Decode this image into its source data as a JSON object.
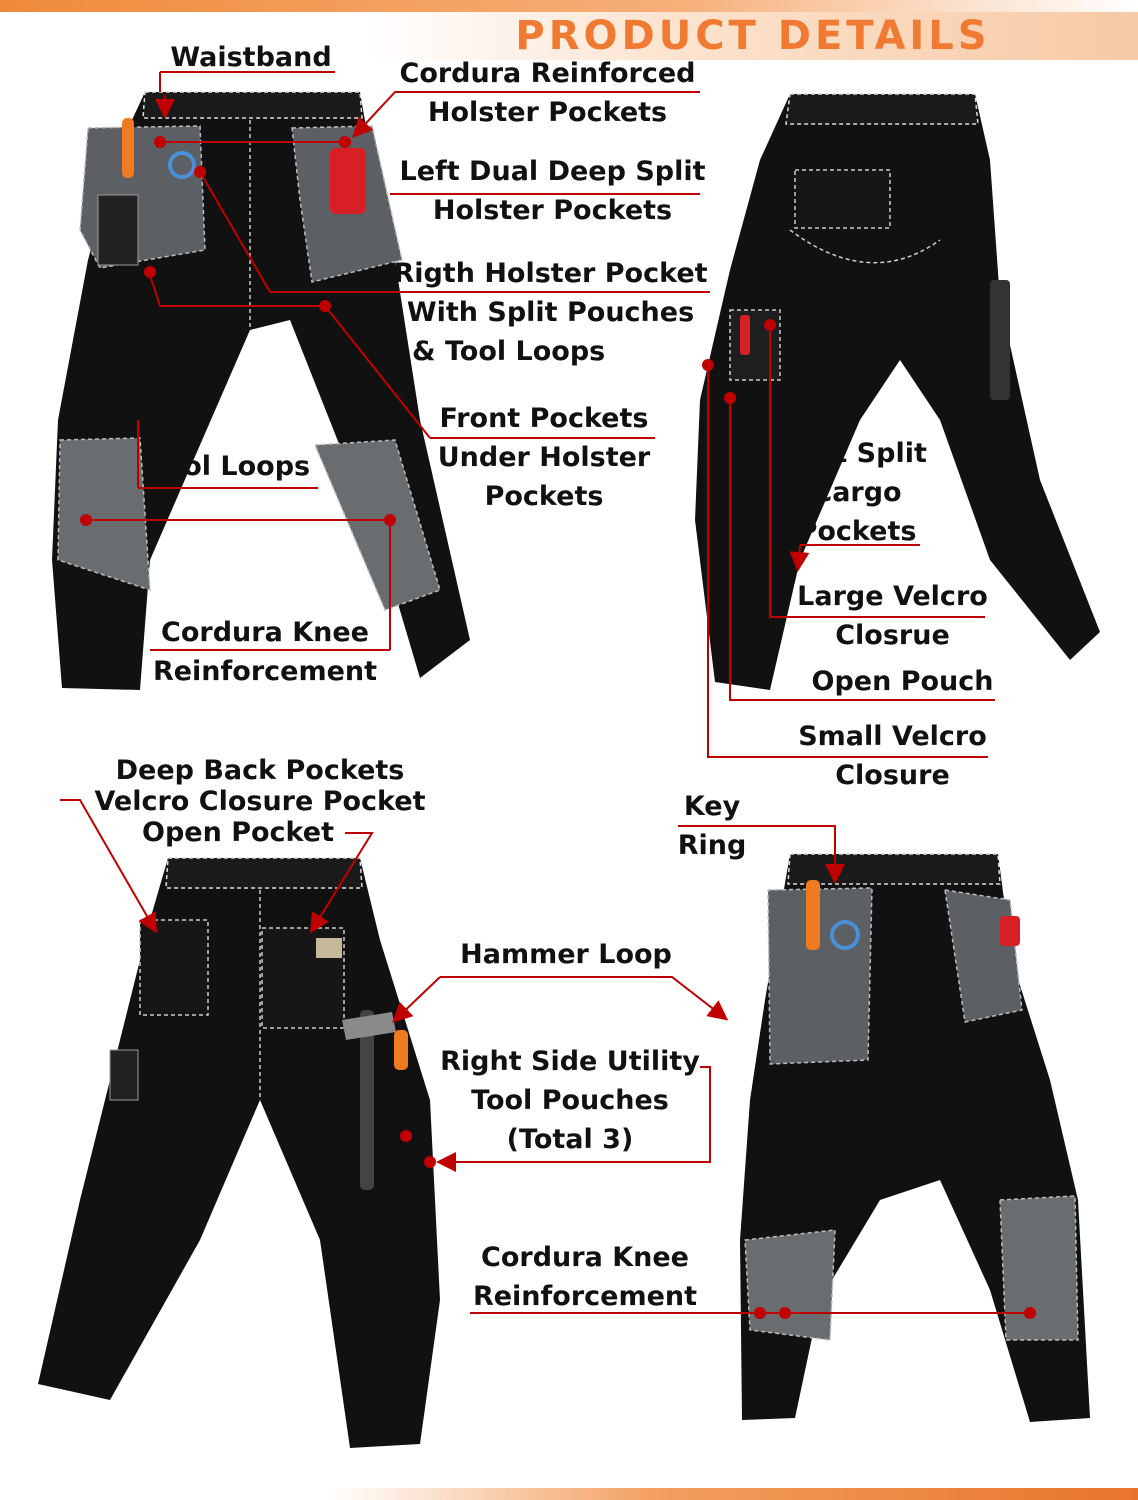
{
  "page": {
    "title": "PRODUCT DETAILS",
    "accent_color": "#f07a32",
    "callout_color": "#c00000"
  },
  "labels": {
    "waistband": "Waistband",
    "cordura_holster": [
      "Cordura Reinforced",
      "Holster Pockets"
    ],
    "left_dual": [
      "Left Dual Deep Split",
      "Holster Pockets"
    ],
    "right_holster": [
      "Rigth Holster Pocket",
      "With Split Pouches",
      "& Tool Loops"
    ],
    "front_pockets": [
      "Front Pockets",
      "Under Holster",
      "Pockets"
    ],
    "tool_loops": "Tool Loops",
    "knee_front": [
      "Cordura Knee",
      "Reinforcement"
    ],
    "left_split_cargo": [
      "Left Split",
      "Cargo",
      "Pockets"
    ],
    "large_velcro": [
      "Large Velcro",
      "Closrue"
    ],
    "open_pouch": "Open Pouch",
    "small_velcro": [
      "Small Velcro",
      "Closure"
    ],
    "back_pockets": [
      "Deep Back Pockets",
      "Velcro Closure Pocket",
      "Open Pocket"
    ],
    "key_ring": [
      "Key",
      "Ring"
    ],
    "hammer_loop": "Hammer Loop",
    "utility_pouches": [
      "Right Side Utility",
      "Tool Pouches",
      "(Total 3)"
    ],
    "knee_rear": [
      "Cordura Knee",
      "Reinforcement"
    ]
  },
  "pants_views": [
    {
      "view": "front",
      "position": "top-left"
    },
    {
      "view": "back-angled",
      "position": "top-right"
    },
    {
      "view": "back",
      "position": "bottom-left"
    },
    {
      "view": "front-angled",
      "position": "bottom-right"
    }
  ]
}
